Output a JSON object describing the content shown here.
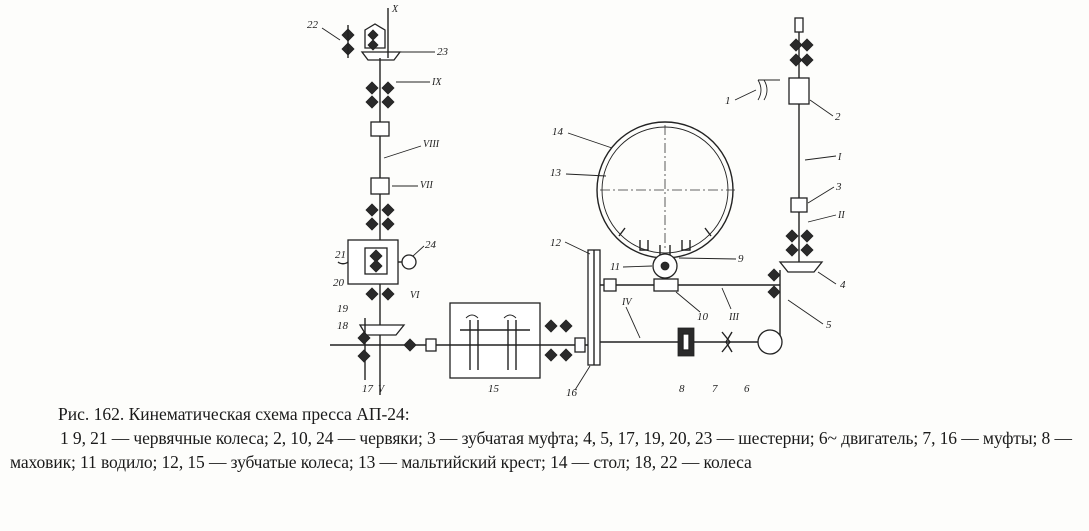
{
  "caption": {
    "title": "Рис. 162. Кинематическая  схема  пресса  АП-24:",
    "body": "1 9, 21 — червячные колеса; 2, 10, 24 — червяки; 3 — зубчатая муфта; 4, 5, 17, 19, 20, 23 — шестерни; 6~ двигатель; 7, 16 — муфты; 8 — маховик; 11 водило; 12, 15 — зубчатые колеса;   13 — мальтийский крест;  14 — стол;  18, 22 — колеса"
  },
  "labels": {
    "n1": "1",
    "n2": "2",
    "n3": "3",
    "n4": "4",
    "n5": "5",
    "n6": "6",
    "n7": "7",
    "n8": "8",
    "n9": "9",
    "n10": "10",
    "n11": "11",
    "n12": "12",
    "n13": "13",
    "n14": "14",
    "n15": "15",
    "n16": "16",
    "n17": "17",
    "n18": "18",
    "n19": "19",
    "n20": "20",
    "n21": "21",
    "n22": "22",
    "n23": "23",
    "n24": "24"
  },
  "shafts": {
    "I": "I",
    "II": "II",
    "III": "III",
    "IV": "IV",
    "V": "V",
    "VI": "VI",
    "VII": "VII",
    "VIII": "VIII",
    "IX": "IX",
    "X": "X"
  }
}
